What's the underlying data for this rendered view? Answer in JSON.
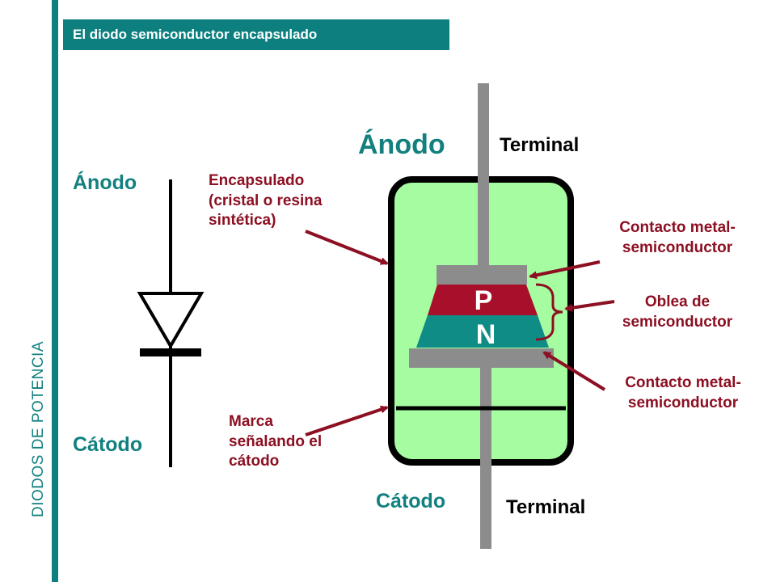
{
  "header": {
    "title": "El diodo semiconductor encapsulado"
  },
  "sidebar": {
    "vertical_title": "DIODOS DE POTENCIA"
  },
  "symbol": {
    "anode_label": "Ánodo",
    "cathode_label": "Cátodo"
  },
  "package": {
    "anode_label": "Ánodo",
    "cathode_label": "Cátodo",
    "terminal_top": "Terminal",
    "terminal_bottom": "Terminal",
    "p_label": "P",
    "n_label": "N"
  },
  "annotations": {
    "encapsulado": [
      "Encapsulado",
      "(cristal o resina",
      "sintética)"
    ],
    "marca": [
      "Marca",
      "señalando el",
      "cátodo"
    ],
    "contacto_top": [
      "Contacto metal-",
      "semiconductor"
    ],
    "oblea": [
      "Oblea de",
      "semiconductor"
    ],
    "contacto_bottom": [
      "Contacto metal-",
      "semiconductor"
    ]
  },
  "colors": {
    "accent": "#0d7f7f",
    "package_fill": "#a6fca0",
    "p_region": "#a80f2a",
    "n_region": "#0f8c86",
    "contact_metal": "#8c8c8c",
    "arrow_red": "#8c0f22"
  }
}
